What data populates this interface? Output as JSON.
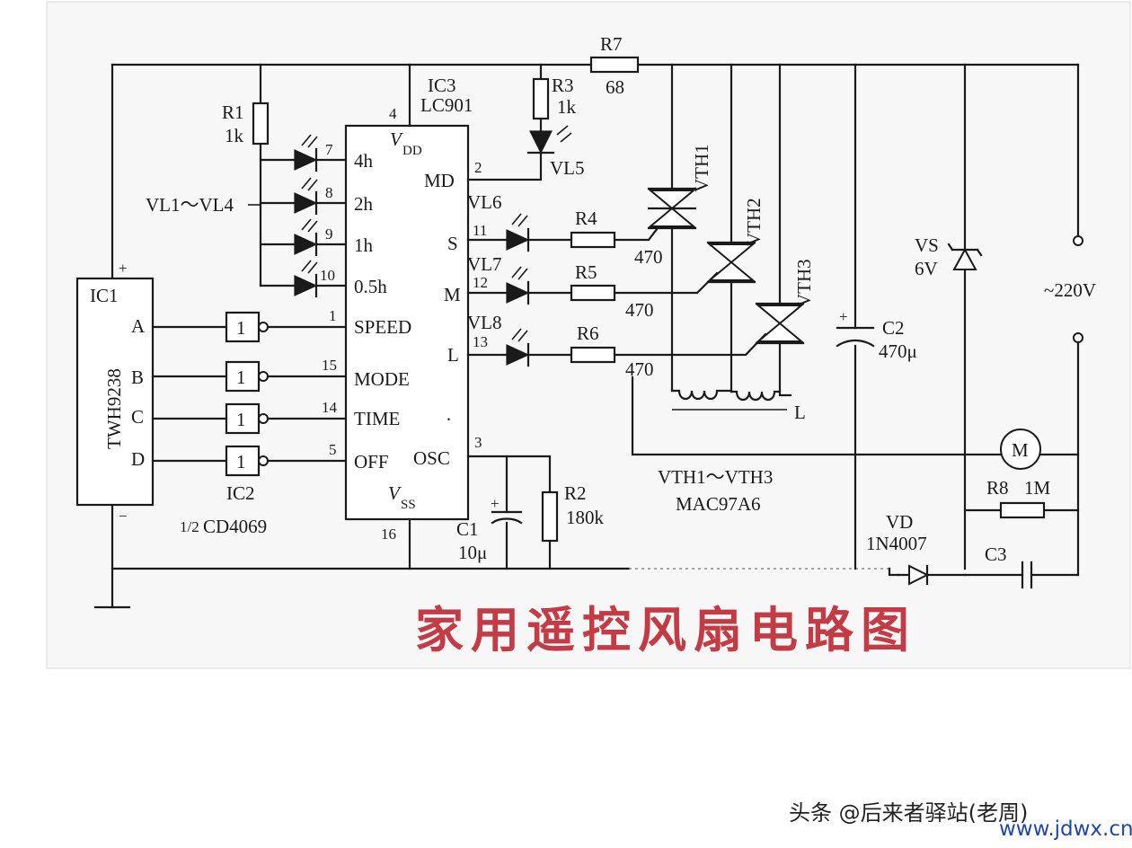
{
  "labels": {
    "ic1": "IC1",
    "ic1_part": "TWH9238",
    "ic1_plus": "+",
    "ic1_minus": "−",
    "ic1_a": "A",
    "ic1_b": "B",
    "ic1_c": "C",
    "ic1_d": "D",
    "ic2": "IC2",
    "ic2_frac": "1/2",
    "ic2_part": "CD4069",
    "gate": "1",
    "ic3": "IC3",
    "ic3_part": "LC901",
    "vdd": "V",
    "vdd_sub": "DD",
    "vss": "V",
    "vss_sub": "SS",
    "in_speed": "SPEED",
    "in_mode": "MODE",
    "in_time": "TIME",
    "in_off": "OFF",
    "pin_4h": "4h",
    "pin_2h": "2h",
    "pin_1h": "1h",
    "pin_05h": "0.5h",
    "pin_md": "MD",
    "pin_s": "S",
    "pin_m": "M",
    "pin_l": "L",
    "pin_osc": "OSC",
    "r1": "R1",
    "r1_val": "1k",
    "r3": "R3",
    "r3_val": "1k",
    "r7": "R7",
    "r7_val": "68",
    "r4": "R4",
    "r5": "R5",
    "r6": "R6",
    "r456_val": "470",
    "r2": "R2",
    "r2_val": "180k",
    "c1": "C1",
    "c1_val": "10μ",
    "c2": "C2",
    "c2_val": "470μ",
    "c2_plus": "+",
    "c1_plus": "+",
    "r8": "R8",
    "r8_val": "1M",
    "c3": "C3",
    "vs": "VS",
    "vs_val": "6V",
    "vd": "VD",
    "vd_part": "1N4007",
    "vl14": "VL1～VL4",
    "vl5": "VL5",
    "vl6": "VL6",
    "vl7": "VL7",
    "vl8": "VL8",
    "vth1": "VTH1",
    "vth2": "VTH2",
    "vth3": "VTH3",
    "vth_range": "VTH1～VTH3",
    "vth_part": "MAC97A6",
    "coil": "L",
    "motor": "M",
    "mains": "~220V",
    "p4": "4",
    "p7": "7",
    "p8": "8",
    "p9": "9",
    "p10": "10",
    "p1": "1",
    "p15": "15",
    "p14": "14",
    "p5": "5",
    "p16": "16",
    "p2": "2",
    "p11": "11",
    "p12": "12",
    "p13": "13",
    "p3": "3",
    "dot": "·"
  },
  "title": "家用遥控风扇电路图",
  "watermark": "头条 @后来者驿站(老周)",
  "url": "www.jdwx.cn",
  "colors": {
    "title": "#c23b45",
    "ink": "#1a1a1a",
    "url": "#1f46a8"
  }
}
